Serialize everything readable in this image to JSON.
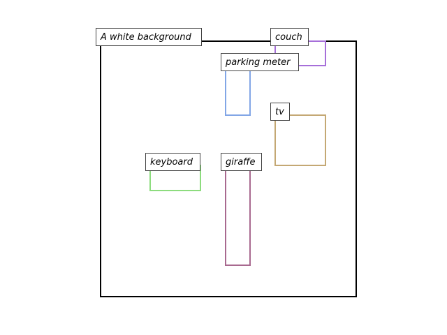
{
  "scene": {
    "caption": "A white background",
    "frame_color": "#000000"
  },
  "objects": [
    {
      "label": "couch",
      "color": "#a66fd9"
    },
    {
      "label": "parking meter",
      "color": "#82a6e6"
    },
    {
      "label": "tv",
      "color": "#c4a874"
    },
    {
      "label": "keyboard",
      "color": "#8ddc7e"
    },
    {
      "label": "giraffe",
      "color": "#a8698f"
    }
  ]
}
